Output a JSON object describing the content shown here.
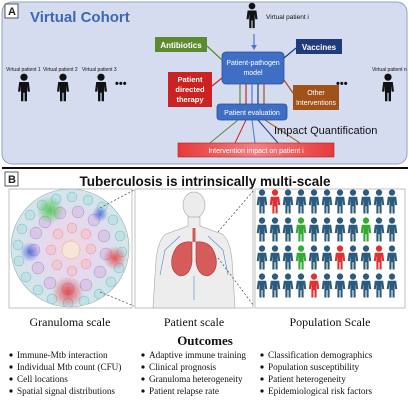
{
  "panel_a": {
    "tag": "A",
    "title": "Virtual Cohort",
    "virtual_patient_i": "Virtual patient i",
    "patients_left": [
      "Virtual patient 1",
      "Virtual patient 2",
      "Virtual patient 3"
    ],
    "patient_right": "Virtual patient n",
    "ellipsis": "•••",
    "antibiotics": "Antibiotics",
    "vaccines": "Vaccines",
    "patient_directed_therapy": [
      "Patient",
      "directed",
      "therapy"
    ],
    "other_interventions": [
      "Other",
      "Interventions"
    ],
    "model": [
      "Patient-pathogen",
      "model"
    ],
    "evaluation": "Patient evaluation",
    "impact_quantification": "Impact Quantification",
    "intervention_impact": "Intervention impact on patient i"
  },
  "panel_b": {
    "tag": "B",
    "title": "Tuberculosis is intrinsically multi-scale",
    "scales": [
      "Granuloma scale",
      "Patient scale",
      "Population Scale"
    ],
    "outcomes_heading": "Outcomes",
    "outcome_columns": [
      [
        "Immune-Mtb interaction",
        "Individual Mtb count (CFU)",
        "Cell locations",
        "Spatial signal distributions"
      ],
      [
        "Adaptive immune training",
        "Clinical prognosis",
        "Granuloma heterogeneity",
        "Patient relapse rate"
      ],
      [
        "Classification demographics",
        "Population susceptibility",
        "Patient heterogeneity",
        "Epidemiological risk factors"
      ]
    ]
  },
  "colors": {
    "cohort_bg": "#d5dcf0",
    "title_blue": "#3d67b0",
    "antibiotics_green": "#5c8a2e",
    "vaccines_navy": "#1f3b7a",
    "therapy_red": "#cc2222",
    "other_brown": "#a0521a",
    "model_blue": "#3f6fc4",
    "impact_bar": "#e04040"
  }
}
